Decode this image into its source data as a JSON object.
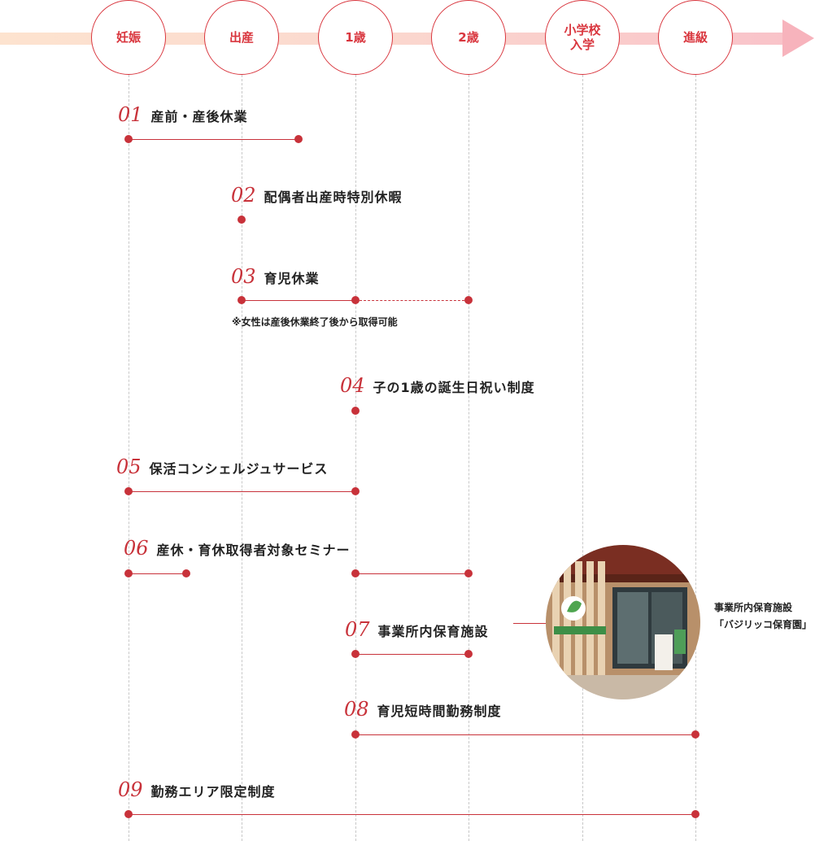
{
  "stages": [
    {
      "label": "妊娠"
    },
    {
      "label": "出産"
    },
    {
      "label": "1歳"
    },
    {
      "label": "2歳"
    },
    {
      "label": "小学校\n入学"
    },
    {
      "label": "進級"
    }
  ],
  "items": [
    {
      "num": "01",
      "label": "産前・産後休業"
    },
    {
      "num": "02",
      "label": "配偶者出産時特別休暇"
    },
    {
      "num": "03",
      "label": "育児休業"
    },
    {
      "num": "04",
      "label": "子の1歳の誕生日祝い制度"
    },
    {
      "num": "05",
      "label": "保活コンシェルジュサービス"
    },
    {
      "num": "06",
      "label": "産休・育休取得者対象セミナー"
    },
    {
      "num": "07",
      "label": "事業所内保育施設"
    },
    {
      "num": "08",
      "label": "育児短時間勤務制度"
    },
    {
      "num": "09",
      "label": "勤務エリア限定制度"
    }
  ],
  "note": "※女性は産後休業終了後から取得可能",
  "photo": {
    "caption_line1": "事業所内保育施設",
    "caption_line2": "「バジリッコ保育園」"
  },
  "colors": {
    "accent": "#c8323a",
    "stage_circle": "#d9363e",
    "arrow_start": "#fde3cf",
    "arrow_end": "#f7b3bc"
  }
}
